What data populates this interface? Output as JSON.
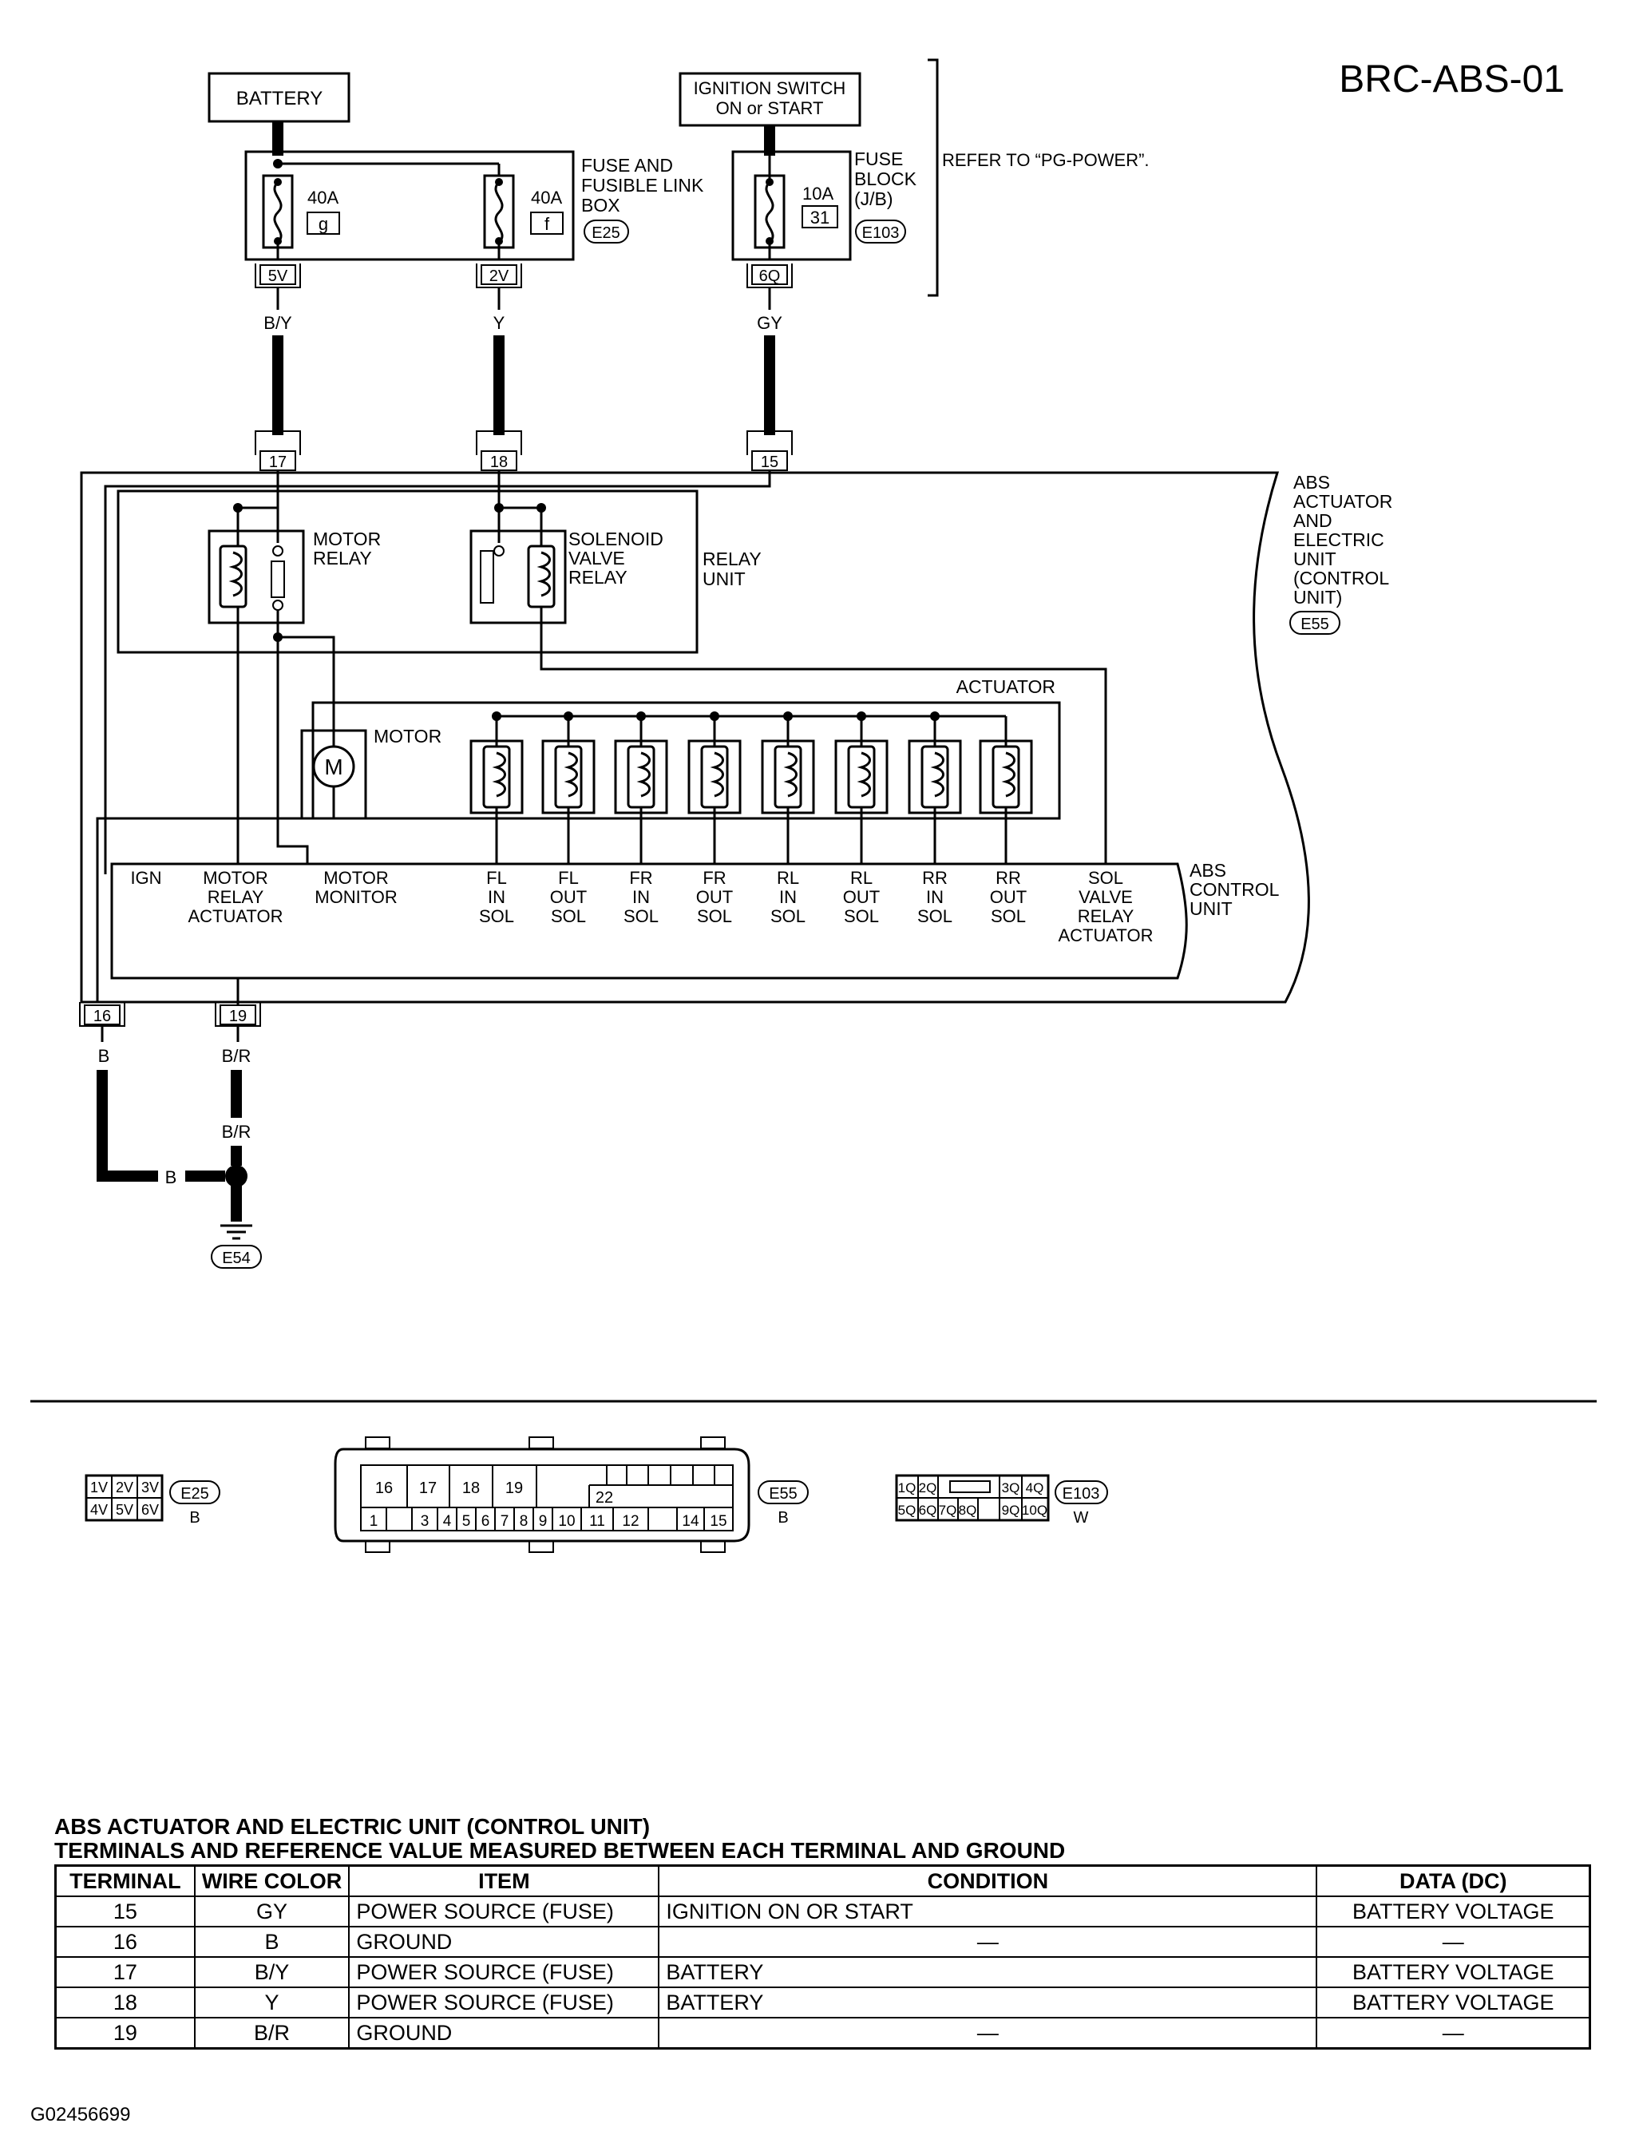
{
  "page_id": "BRC-ABS-01",
  "power": {
    "battery": "BATTERY",
    "ignition_line1": "IGNITION SWITCH",
    "ignition_line2": "ON or START",
    "refer": "REFER TO “PG-POWER”."
  },
  "fuse_box": {
    "label": [
      "FUSE AND",
      "FUSIBLE LINK",
      "BOX"
    ],
    "connector": "E25",
    "fuses": [
      {
        "amps": "40A",
        "id": "g",
        "terminal": "5V",
        "wire": "B/Y"
      },
      {
        "amps": "40A",
        "id": "f",
        "terminal": "2V",
        "wire": "Y"
      }
    ]
  },
  "fuse_block": {
    "label": [
      "FUSE",
      "BLOCK",
      "(J/B)"
    ],
    "connector": "E103",
    "amps": "10A",
    "id": "31",
    "terminal": "6Q",
    "wire": "GY"
  },
  "unit": {
    "label": [
      "ABS",
      "ACTUATOR",
      "AND",
      "ELECTRIC",
      "UNIT",
      "(CONTROL",
      "UNIT)"
    ],
    "connector": "E55",
    "terminals_top": [
      "17",
      "18",
      "15"
    ],
    "terminals_bottom": [
      "16",
      "19"
    ]
  },
  "relay_unit": {
    "label": [
      "RELAY",
      "UNIT"
    ],
    "motor_relay": [
      "MOTOR",
      "RELAY"
    ],
    "solenoid_relay": [
      "SOLENOID",
      "VALVE",
      "RELAY"
    ]
  },
  "actuator": {
    "label": "ACTUATOR",
    "motor_label": "MOTOR",
    "motor_symbol": "M"
  },
  "control_unit": {
    "label": [
      "ABS",
      "CONTROL",
      "UNIT"
    ],
    "pins": [
      [
        "IGN"
      ],
      [
        "MOTOR",
        "RELAY",
        "ACTUATOR"
      ],
      [
        "MOTOR",
        "MONITOR"
      ],
      [
        "FL",
        "IN",
        "SOL"
      ],
      [
        "FL",
        "OUT",
        "SOL"
      ],
      [
        "FR",
        "IN",
        "SOL"
      ],
      [
        "FR",
        "OUT",
        "SOL"
      ],
      [
        "RL",
        "IN",
        "SOL"
      ],
      [
        "RL",
        "OUT",
        "SOL"
      ],
      [
        "RR",
        "IN",
        "SOL"
      ],
      [
        "RR",
        "OUT",
        "SOL"
      ],
      [
        "SOL",
        "VALVE",
        "RELAY",
        "ACTUATOR"
      ]
    ]
  },
  "ground": {
    "wire_16": "B",
    "wire_19": "B/R",
    "wire_19b": "B/R",
    "wire_join": "B",
    "connector": "E54"
  },
  "connectors": {
    "e25": {
      "name": "E25",
      "color": "B",
      "top": [
        "1V",
        "2V",
        "3V"
      ],
      "bottom": [
        "4V",
        "5V",
        "6V"
      ]
    },
    "e55": {
      "name": "E55",
      "color": "B",
      "top": [
        "16",
        "17",
        "18",
        "19"
      ],
      "mid": "22",
      "bottom": [
        "1",
        "",
        "3",
        "4",
        "5",
        "6",
        "7",
        "8",
        "9",
        "10",
        "11",
        "12",
        "",
        "14",
        "15"
      ]
    },
    "e103": {
      "name": "E103",
      "color": "W",
      "top": [
        "1Q",
        "2Q",
        "3Q",
        "4Q"
      ],
      "bottom": [
        "5Q",
        "6Q",
        "7Q",
        "8Q",
        "9Q",
        "10Q"
      ]
    }
  },
  "table": {
    "title1": "ABS ACTUATOR AND ELECTRIC UNIT (CONTROL UNIT)",
    "title2": "TERMINALS AND REFERENCE VALUE MEASURED BETWEEN EACH TERMINAL AND GROUND",
    "headers": [
      "TERMINAL",
      "WIRE COLOR",
      "ITEM",
      "CONDITION",
      "DATA (DC)"
    ],
    "rows": [
      [
        "15",
        "GY",
        "POWER SOURCE (FUSE)",
        "IGNITION ON OR START",
        "BATTERY VOLTAGE"
      ],
      [
        "16",
        "B",
        "GROUND",
        "—",
        "—"
      ],
      [
        "17",
        "B/Y",
        "POWER SOURCE (FUSE)",
        "BATTERY",
        "BATTERY VOLTAGE"
      ],
      [
        "18",
        "Y",
        "POWER SOURCE (FUSE)",
        "BATTERY",
        "BATTERY VOLTAGE"
      ],
      [
        "19",
        "B/R",
        "GROUND",
        "—",
        "—"
      ]
    ]
  },
  "figure_id": "G02456699"
}
